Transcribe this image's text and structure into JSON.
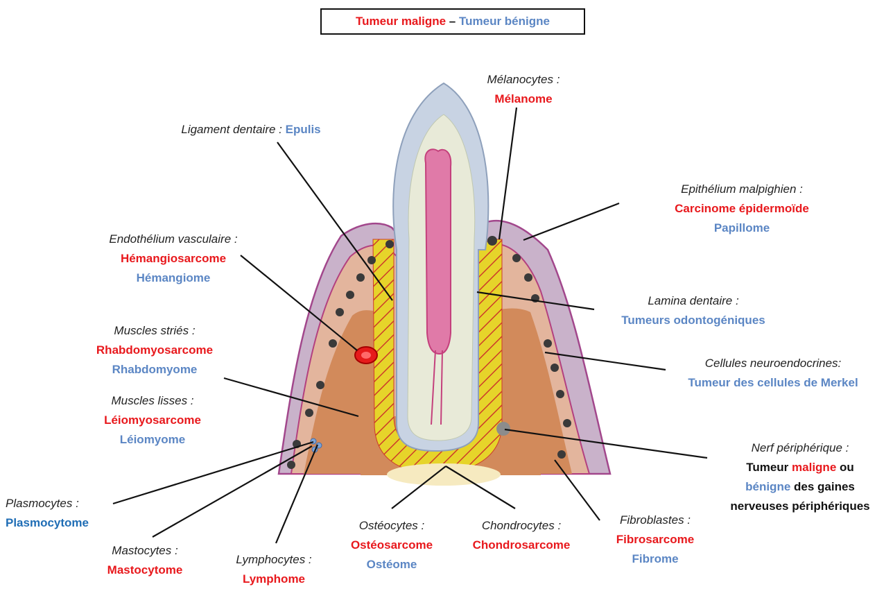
{
  "legend": {
    "malignant": "Tumeur maligne",
    "dash": "–",
    "benign": "Tumeur bénigne"
  },
  "colors": {
    "malignant": "#e8181c",
    "benign": "#5b86c4",
    "black": "#111111"
  },
  "labels": {
    "melanocytes": {
      "cat": "Mélanocytes :",
      "mal": "Mélanome"
    },
    "ligament": {
      "cat": "Ligament dentaire : ",
      "ben": "Epulis"
    },
    "epithelium": {
      "cat": "Epithélium malpighien :",
      "mal": "Carcinome épidermoïde",
      "ben": "Papillome"
    },
    "endothelium": {
      "cat": "Endothélium vasculaire :",
      "mal": "Hémangiosarcome",
      "ben": "Hémangiome"
    },
    "lamina": {
      "cat": "Lamina dentaire  :",
      "ben": "Tumeurs odontogéniques"
    },
    "striated": {
      "cat": "Muscles striés :",
      "mal": "Rhabdomyosarcome",
      "ben": "Rhabdomyome"
    },
    "neuroendocrine": {
      "cat": "Cellules neuroendocrines:",
      "ben": "Tumeur des cellules de Merkel"
    },
    "smooth": {
      "cat": "Muscles lisses :",
      "mal": "Léiomyosarcome",
      "ben": "Léiomyome"
    },
    "nerve": {
      "cat": "Nerf périphérique :",
      "l1a": "Tumeur ",
      "l1b": "maligne",
      "l1c": " ou",
      "l2a": "bénigne",
      "l2b": " des gaines",
      "l3": "nerveuses périphériques"
    },
    "plasmocytes": {
      "cat": "Plasmocytes :",
      "ben": "Plasmocytome"
    },
    "mastocytes": {
      "cat": "Mastocytes :",
      "mal": "Mastocytome"
    },
    "lymphocytes": {
      "cat": "Lymphocytes :",
      "mal": "Lymphome"
    },
    "osteocytes": {
      "cat": "Ostéocytes :",
      "mal": "Ostéosarcome",
      "ben": "Ostéome"
    },
    "chondrocytes": {
      "cat": "Chondrocytes :",
      "mal": "Chondrosarcome"
    },
    "fibroblasts": {
      "cat": "Fibroblastes :",
      "mal": "Fibrosarcome",
      "ben": "Fibrome"
    }
  }
}
